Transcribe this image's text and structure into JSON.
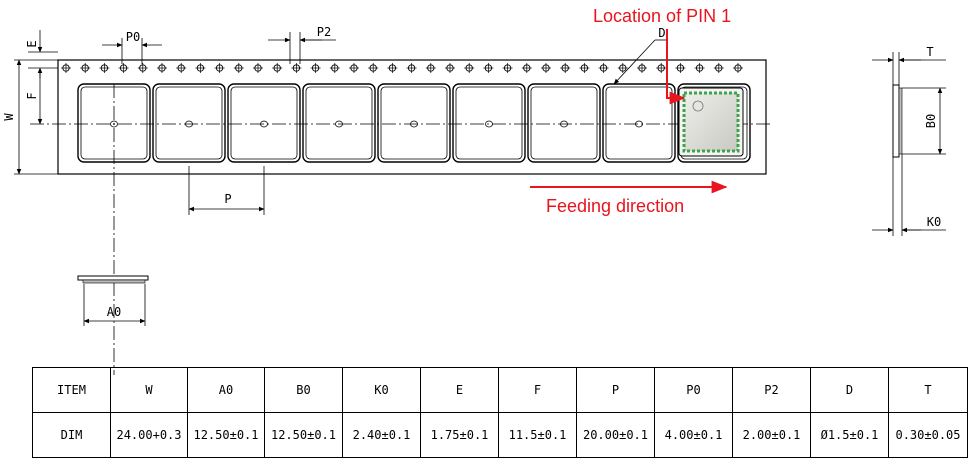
{
  "annotations": {
    "pin1": "Location of PIN 1",
    "feeding": "Feeding direction"
  },
  "dimension_labels": {
    "E": "E",
    "F": "F",
    "W": "W",
    "P": "P",
    "P0": "P0",
    "P2": "P2",
    "D": "D",
    "A0": "A0",
    "B0": "B0",
    "K0": "K0",
    "T": "T"
  },
  "table": {
    "header": [
      "ITEM",
      "W",
      "A0",
      "B0",
      "K0",
      "E",
      "F",
      "P",
      "P0",
      "P2",
      "D",
      "T"
    ],
    "row": [
      "DIM",
      "24.00+0.3",
      "12.50±0.1",
      "12.50±0.1",
      "2.40±0.1",
      "1.75±0.1",
      "11.5±0.1",
      "20.00±0.1",
      "4.00±0.1",
      "2.00±0.1",
      "Ø1.5±0.1",
      "0.30±0.05"
    ]
  },
  "colors": {
    "annotation": "#e8141e",
    "line": "#000000",
    "module_pad": "#3fa34d",
    "module_body": "#d8d8d4"
  }
}
